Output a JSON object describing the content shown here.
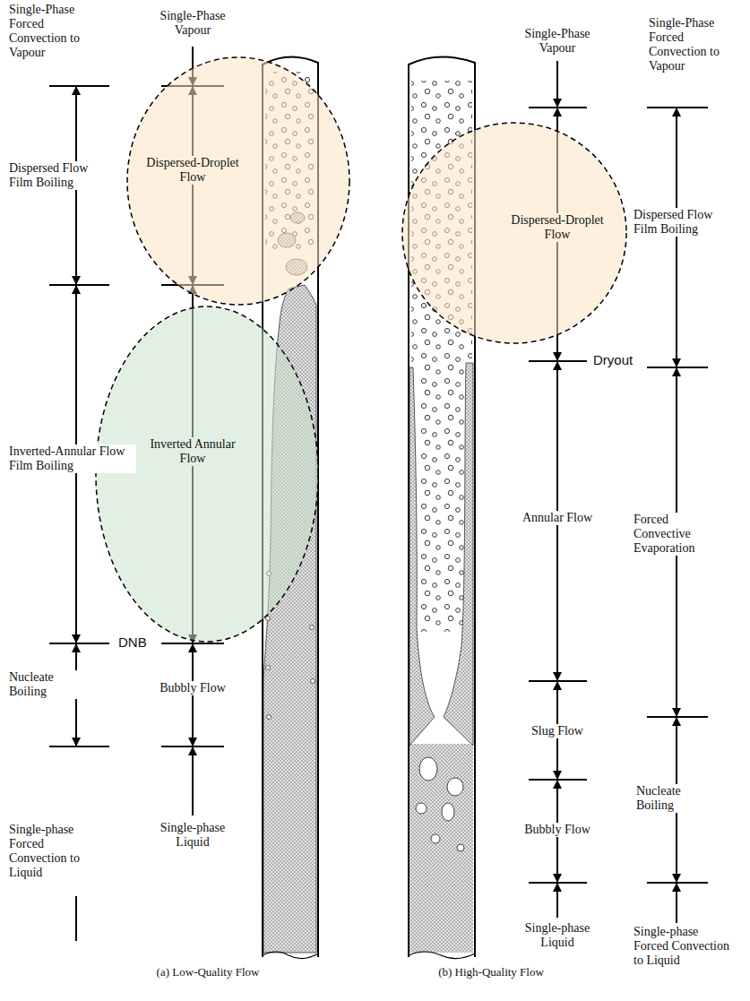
{
  "diagram": {
    "nodes": [
      {
        "text": [
          "Dispersed-Droplet Flow"
        ]
      },
      {
        "text": [
          "Inverted Annular Flow"
        ]
      },
      {
        "text": [
          "Dispersed-Droplet Flow"
        ]
      }
    ],
    "labels": [
      "Single-Phase Forced Convection to Vapour",
      "Dispersed Flow Film Boiling",
      "Inverted-Annular Flow Film Boiling",
      "Nucleate Boiling",
      "Single-phase Forced Convection to Liquid",
      "Single-Phase Vapour",
      "DNB",
      "Bubbly Flow",
      "Single-phase Liquid",
      "(a) Low-Quality Flow",
      "(b) High-Quality Flow",
      "Single-Phase Vapour",
      "Dryout",
      "Annular Flow",
      "Slug Flow",
      "Bubbly Flow",
      "Single-phase Liquid",
      "Single-Phase Forced Convection to Vapour",
      "Dispersed Flow Film Boiling",
      "Forced Convective Evaporation",
      "Nucleate Boiling",
      "Single-phase Forced Convection to Liquid"
    ]
  }
}
